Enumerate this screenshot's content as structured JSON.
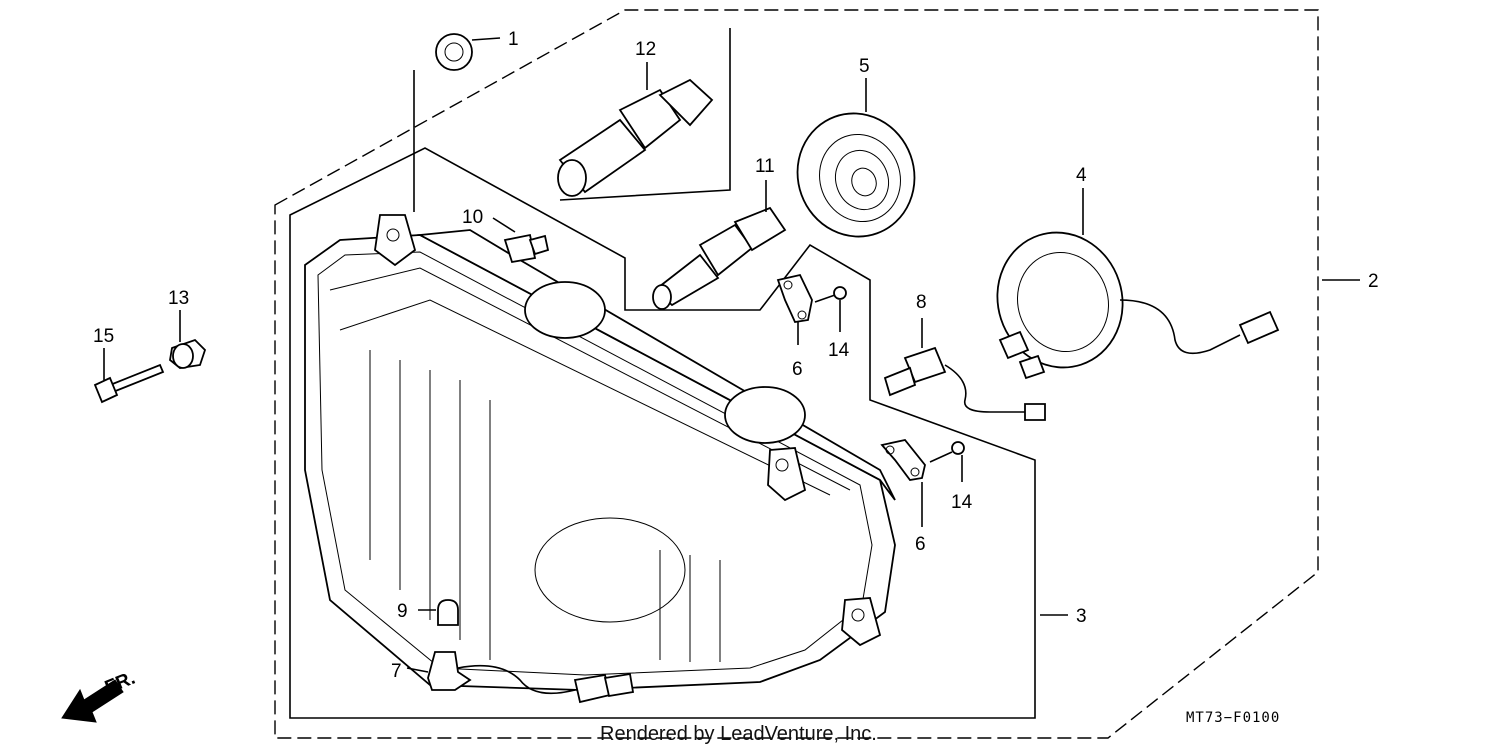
{
  "callouts": {
    "c1": "1",
    "c2": "2",
    "c3": "3",
    "c4": "4",
    "c5": "5",
    "c6a": "6",
    "c6b": "6",
    "c7": "7",
    "c8": "8",
    "c9": "9",
    "c10": "10",
    "c11": "11",
    "c12": "12",
    "c13": "13",
    "c14a": "14",
    "c14b": "14",
    "c15": "15"
  },
  "diagram_code": "MT73−F0100",
  "front_marker": "FR.",
  "credit": "Rendered by LeadVenture, Inc."
}
